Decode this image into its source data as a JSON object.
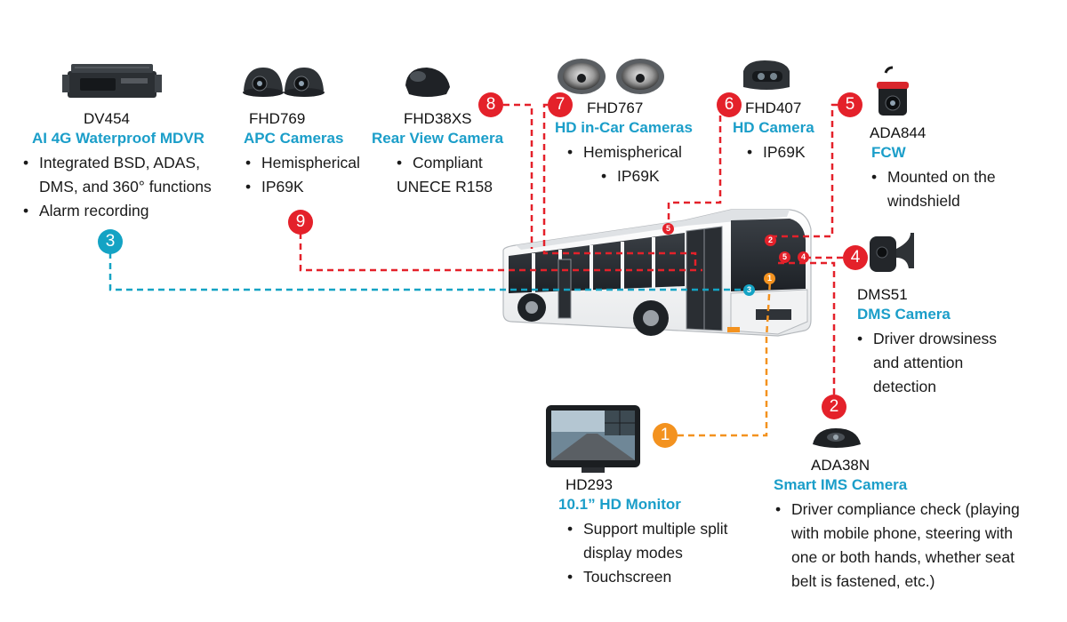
{
  "colors": {
    "accent": "#1b9ec9",
    "red": "#e4212a",
    "blue": "#14a3c4",
    "orange": "#f3921f"
  },
  "devices": {
    "dv454": {
      "model": "DV454",
      "title": "AI 4G Waterproof MDVR",
      "bullets": [
        "Integrated BSD, ADAS,",
        "Alarm recording"
      ],
      "bullet1_line2": "DMS, and 360° functions",
      "badge": "3"
    },
    "fhd769": {
      "model": "FHD769",
      "title": "APC Cameras",
      "bullets": [
        "Hemispherical",
        "IP69K"
      ],
      "badge": "9"
    },
    "fhd38xs": {
      "model": "FHD38XS",
      "title": "Rear View Camera",
      "bullet": "Compliant",
      "bullet_line2": "UNECE R158",
      "badge": "8"
    },
    "fhd767": {
      "model": "FHD767",
      "title": "HD in-Car Cameras",
      "bullets": [
        "Hemispherical",
        "IP69K"
      ],
      "badge": "7"
    },
    "fhd407": {
      "model": "FHD407",
      "title": "HD Camera",
      "bullets": [
        "IP69K"
      ],
      "badge": "6"
    },
    "ada844": {
      "model": "ADA844",
      "title": "FCW",
      "bullet": "Mounted on the",
      "bullet_line2": "windshield",
      "badge": "5"
    },
    "dms51": {
      "model": "DMS51",
      "title": "DMS Camera",
      "bullet": "Driver drowsiness",
      "bullet_line2": "and attention",
      "bullet_line3": "detection",
      "badge": "4"
    },
    "ada38n": {
      "model": "ADA38N",
      "title": "Smart IMS Camera",
      "bullet": "Driver compliance check (playing",
      "bullet_lines": [
        "with mobile phone, steering with",
        "one or both hands, whether seat",
        "belt is fastened, etc.)"
      ],
      "badge": "2"
    },
    "hd293": {
      "model": "HD293",
      "title": "10.1” HD Monitor",
      "bullet1": "Support multiple split",
      "bullet1_line2": "display modes",
      "bullet2": "Touchscreen",
      "badge": "1"
    }
  },
  "bus_markers": {
    "m5_top": "5",
    "m2": "2",
    "m5": "5",
    "m4": "4",
    "m3": "3",
    "m1": "1"
  }
}
